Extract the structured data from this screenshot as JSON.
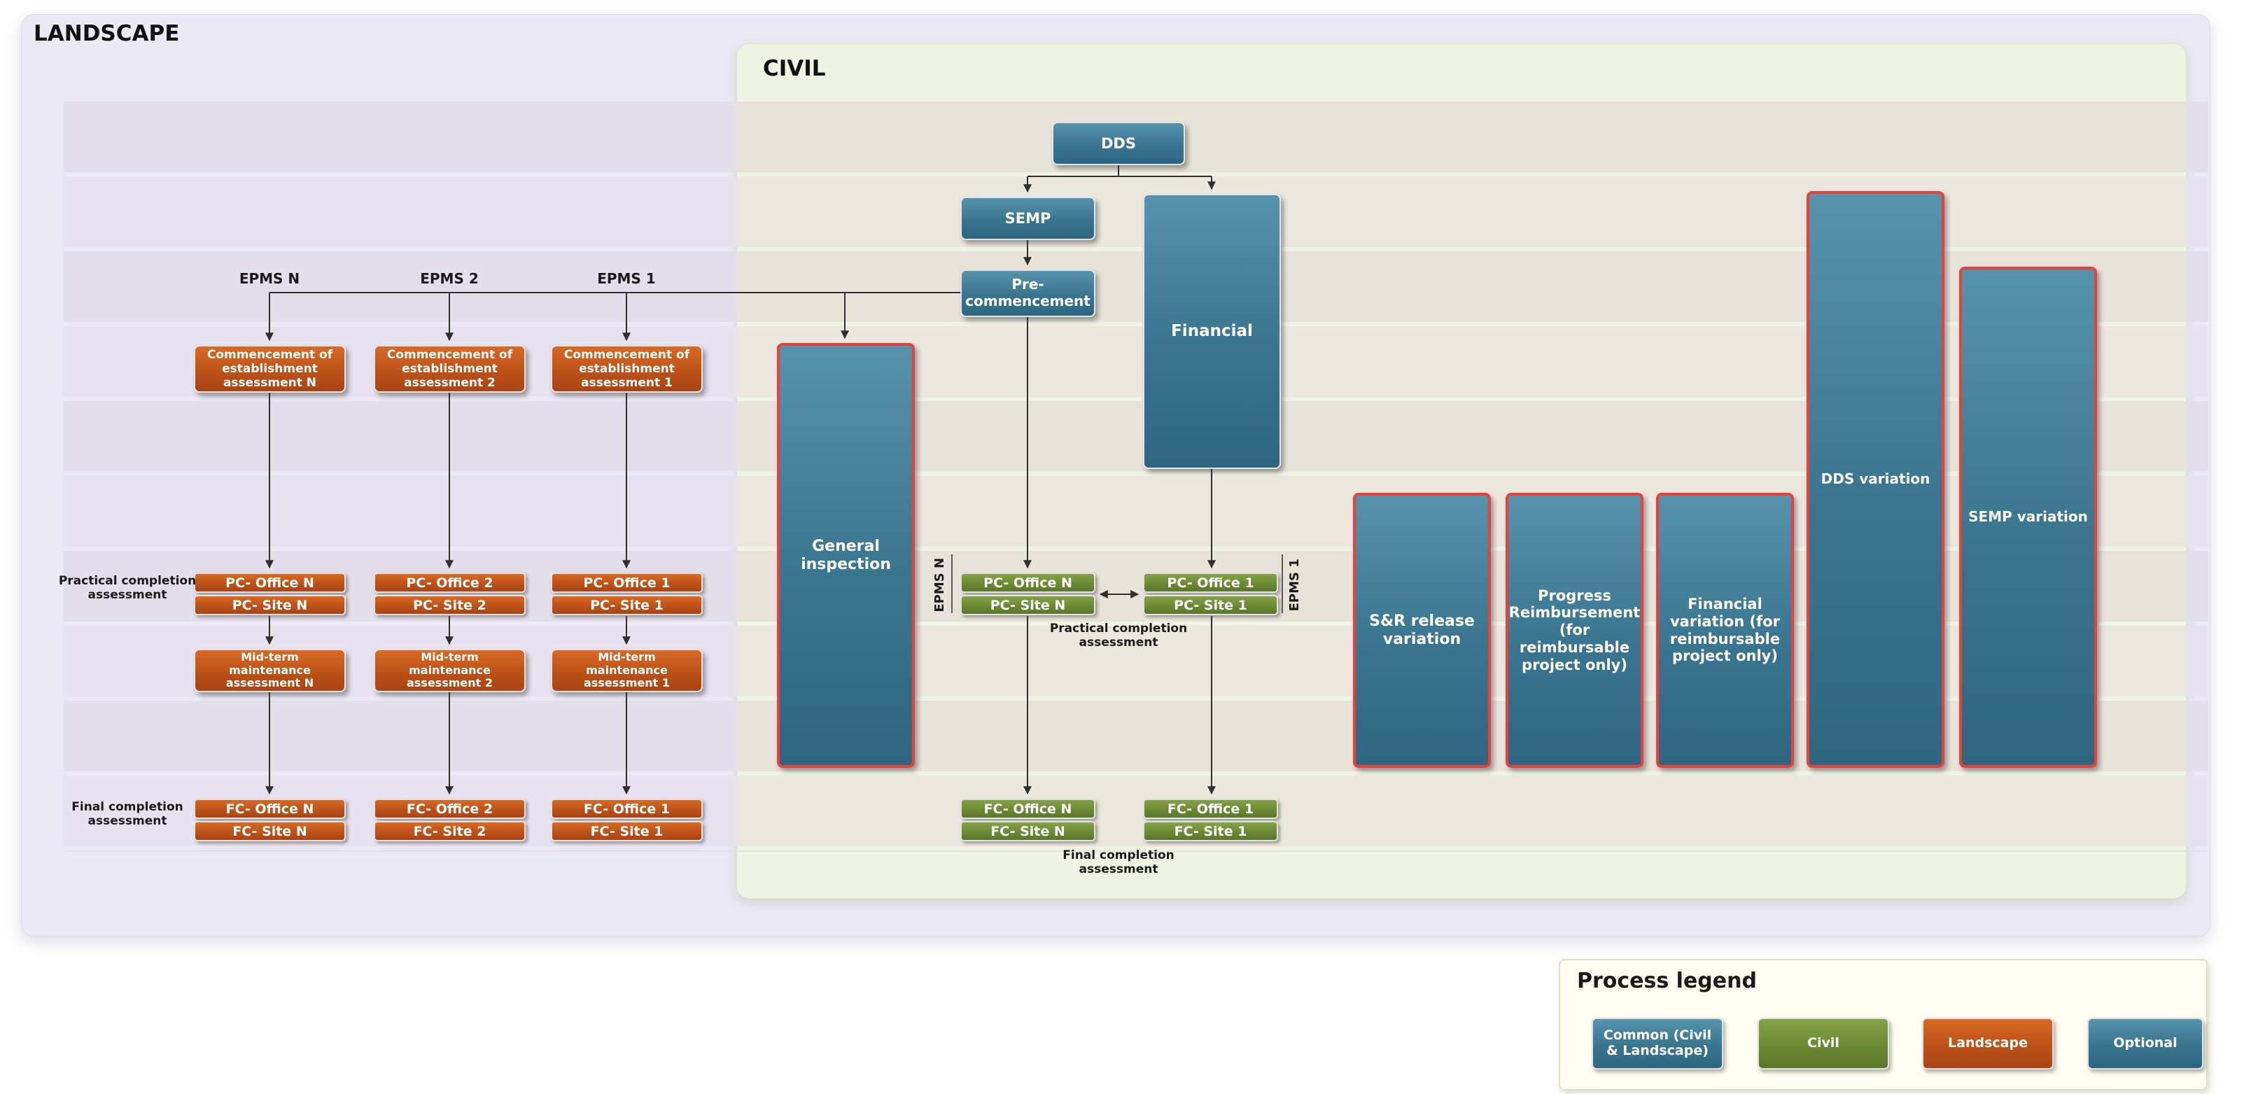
{
  "colors": {
    "common_teal": "#3f7d99",
    "civil_green": "#6b8a33",
    "landscape_orange": "#bd5218",
    "optional_red": "#e8413c",
    "landscape_bg": "#ebeaf4",
    "civil_bg": "#eff3e2"
  },
  "landscape": {
    "title": "LANDSCAPE",
    "practical_label": "Practical completion assessment",
    "final_label": "Final completion assessment",
    "columns": [
      {
        "epms": "EPMS N",
        "commencement": "Commencement of establishment assessment N",
        "pc_office": "PC- Office N",
        "pc_site": "PC- Site N",
        "midterm": "Mid-term maintenance assessment N",
        "fc_office": "FC- Office N",
        "fc_site": "FC- Site N"
      },
      {
        "epms": "EPMS 2",
        "commencement": "Commencement of establishment assessment 2",
        "pc_office": "PC- Office 2",
        "pc_site": "PC- Site 2",
        "midterm": "Mid-term maintenance assessment 2",
        "fc_office": "FC- Office 2",
        "fc_site": "FC- Site 2"
      },
      {
        "epms": "EPMS 1",
        "commencement": "Commencement of establishment assessment 1",
        "pc_office": "PC- Office 1",
        "pc_site": "PC- Site 1",
        "midterm": "Mid-term maintenance assessment 1",
        "fc_office": "FC- Office 1",
        "fc_site": "FC- Site 1"
      }
    ]
  },
  "civil": {
    "title": "CIVIL",
    "dds": "DDS",
    "semp": "SEMP",
    "pre_commencement": "Pre-commencement",
    "financial": "Financial",
    "general_inspection": "General inspection",
    "sr_release_variation": "S&R release variation",
    "progress_reimbursement": "Progress Reimbursement (for reimbursable project only)",
    "financial_variation": "Financial variation (for reimbursable project only)",
    "dds_variation": "DDS variation",
    "semp_variation": "SEMP variation",
    "epms_n": "EPMS N",
    "epms_1": "EPMS 1",
    "pc_office_n": "PC- Office N",
    "pc_site_n": "PC- Site N",
    "pc_office_1": "PC- Office 1",
    "pc_site_1": "PC- Site 1",
    "fc_office_n": "FC- Office N",
    "fc_site_n": "FC- Site N",
    "fc_office_1": "FC- Office 1",
    "fc_site_1": "FC- Site 1",
    "practical_label": "Practical completion assessment",
    "final_label": "Final completion assessment"
  },
  "legend": {
    "title": "Process legend",
    "items": [
      {
        "label": "Common (Civil & Landscape)",
        "color": "#3f7d99"
      },
      {
        "label": "Civil",
        "color": "#6b8a33"
      },
      {
        "label": "Landscape",
        "color": "#bd5218"
      },
      {
        "label": "Optional",
        "color": "#3f7d99"
      }
    ]
  }
}
